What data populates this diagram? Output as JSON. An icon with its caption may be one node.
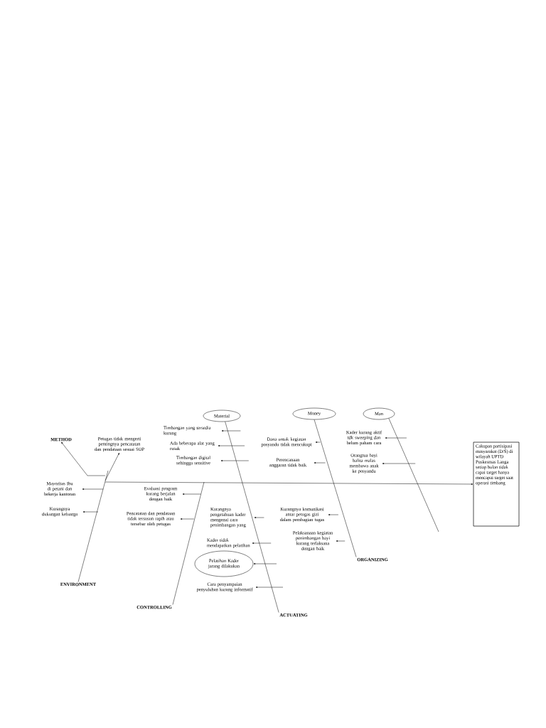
{
  "diagram": {
    "nodes": [
      {
        "text": [
          "Material"
        ]
      },
      {
        "text": [
          "Money"
        ]
      },
      {
        "text": [
          "Man"
        ]
      },
      {
        "text": [
          "METHOD"
        ]
      },
      {
        "text": [
          "Petugas tidak mengerti pentingnya pencatatan dan pendataan sesuai SOP"
        ]
      },
      {
        "text": [
          "Timbangan yang tersedia kurang"
        ]
      },
      {
        "text": [
          "Ada beberapa alat yang rusak"
        ]
      },
      {
        "text": [
          "Timbangan digital sehingga sensitive"
        ]
      },
      {
        "text": [
          "Dana untuk kegiatan posyandu tidak mencukupi"
        ]
      },
      {
        "text": [
          "Perencanaan anggaran tidak baik"
        ]
      },
      {
        "text": [
          "Kader kurang aktif tdk sweeping dan belum paham cara"
        ]
      },
      {
        "text": [
          "Orangtua bayi balita malas membawa anak ke posyandu"
        ]
      },
      {
        "text": [
          "Cakupan partisipasi masyarakat (D/S) di wilayah UPTD Puskesmas Langa setiap bulan tidak capai target hanya mencapai target saat operasi timbang"
        ]
      },
      {
        "text": [
          "Mayoritas Ibu di petani dan bekerja kantoran"
        ]
      },
      {
        "text": [
          "Kurangnya dukungan keluarga"
        ]
      },
      {
        "text": [
          "Evaluasi program kurang berjalan dengan baik"
        ]
      },
      {
        "text": [
          "Pencatatan dan pendataan tidak tersusun rapih atau tersebar oleh petugas"
        ]
      },
      {
        "text": [
          "Kurangnya pengetahuan kader mengenai cara penimbangan yang"
        ]
      },
      {
        "text": [
          "Kader tidak mendapatkan pelatihan"
        ]
      },
      {
        "text": [
          "Pelatihan Kader jarang dilakukan"
        ]
      },
      {
        "text": [
          "Cara penyampaian penyuluhan kurang informatif"
        ]
      },
      {
        "text": [
          "Kurangnya komunikasi antar petugas gizi dalam pembagian tugas"
        ]
      },
      {
        "text": [
          "Pelaksanaan kegiatan penimbangan bayi kurang terlaksana dengan baik"
        ]
      },
      {
        "text": [
          "ORGANIZING"
        ]
      },
      {
        "text": [
          "ENVIRONMENT"
        ]
      },
      {
        "text": [
          "CONTROLLING"
        ]
      },
      {
        "text": [
          "ACTUATING"
        ]
      }
    ],
    "edges": [
      {
        "from": null,
        "to": 12,
        "arrow": "to"
      },
      {
        "from": 0,
        "to": 26,
        "arrow": "none"
      },
      {
        "from": 1,
        "to": 23,
        "arrow": "none"
      },
      {
        "from": 2,
        "to": null,
        "arrow": "none"
      },
      {
        "from": null,
        "to": 25,
        "arrow": "none"
      },
      {
        "from": null,
        "to": 24,
        "arrow": "none"
      },
      {
        "from": null,
        "to": 3,
        "arrow": "to"
      },
      {
        "from": null,
        "to": 4,
        "arrow": "to"
      },
      {
        "from": null,
        "to": 5,
        "arrow": "to"
      },
      {
        "from": null,
        "to": 6,
        "arrow": "to"
      },
      {
        "from": null,
        "to": 7,
        "arrow": "to"
      },
      {
        "from": null,
        "to": 8,
        "arrow": "to"
      },
      {
        "from": null,
        "to": 9,
        "arrow": "to"
      },
      {
        "from": null,
        "to": 10,
        "arrow": "to"
      },
      {
        "from": null,
        "to": 11,
        "arrow": "to"
      },
      {
        "from": null,
        "to": 13,
        "arrow": "to"
      },
      {
        "from": null,
        "to": 14,
        "arrow": "to"
      },
      {
        "from": null,
        "to": 15,
        "arrow": "to"
      },
      {
        "from": null,
        "to": 16,
        "arrow": "to"
      },
      {
        "from": null,
        "to": 17,
        "arrow": "to"
      },
      {
        "from": null,
        "to": 18,
        "arrow": "to"
      },
      {
        "from": null,
        "to": 19,
        "arrow": "to"
      },
      {
        "from": null,
        "to": 20,
        "arrow": "to"
      },
      {
        "from": null,
        "to": 21,
        "arrow": "to"
      },
      {
        "from": null,
        "to": 22,
        "arrow": "to"
      }
    ]
  }
}
